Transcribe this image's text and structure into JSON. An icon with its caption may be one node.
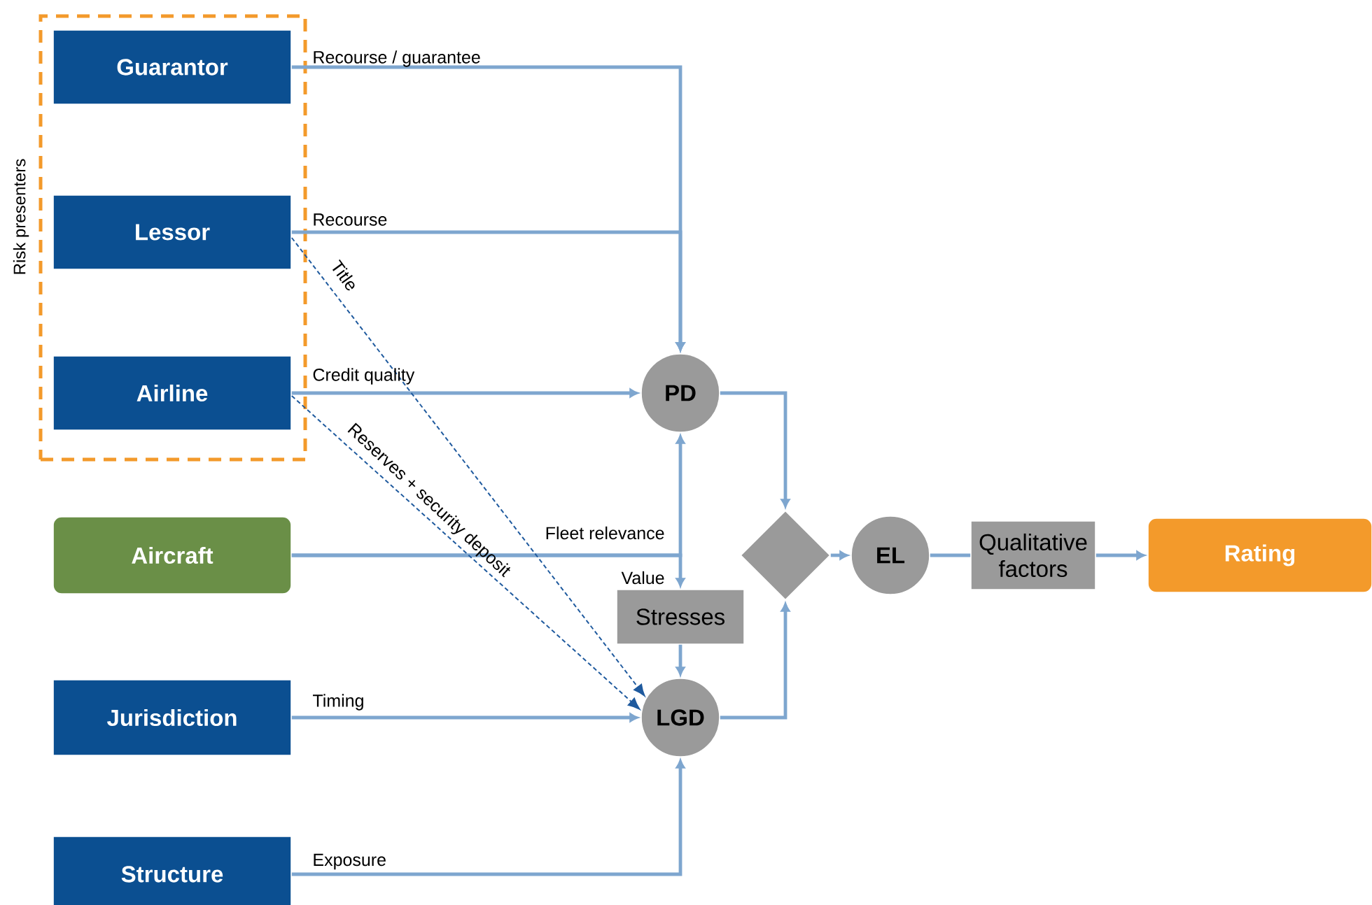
{
  "diagram": {
    "nodes": [
      {
        "text": [
          "Risk presenters"
        ]
      },
      {
        "text": [
          "Guarantor"
        ],
        "in": 0
      },
      {
        "text": [
          "Lessor"
        ],
        "in": 0
      },
      {
        "text": [
          "Airline"
        ],
        "in": 0
      },
      {
        "text": [
          "Aircraft"
        ]
      },
      {
        "text": [
          "Jurisdiction"
        ]
      },
      {
        "text": [
          "Structure"
        ]
      },
      {
        "text": [
          "PD"
        ]
      },
      {
        "text": [
          "Stresses"
        ]
      },
      {
        "text": [
          "LGD"
        ]
      },
      {
        "text": [],
        "shape": "diamond"
      },
      {
        "text": [
          "EL"
        ]
      },
      {
        "text": [
          "Qualitative factors"
        ]
      },
      {
        "text": [
          "Rating"
        ]
      }
    ],
    "edges": [
      {
        "from": 1,
        "to": 7,
        "arrow": "to",
        "label": "Recourse / guarantee"
      },
      {
        "from": 2,
        "to": 7,
        "arrow": "to",
        "label": "Recourse"
      },
      {
        "from": 3,
        "to": 7,
        "arrow": "to",
        "label": "Credit quality"
      },
      {
        "from": 4,
        "to": 7,
        "arrow": "to",
        "label": "Fleet relevance"
      },
      {
        "from": 4,
        "to": 8,
        "arrow": "to",
        "label": "Value"
      },
      {
        "from": 2,
        "to": 9,
        "arrow": "to",
        "label": "Title",
        "style": "dashed",
        "color": "#1f5a9e"
      },
      {
        "from": 3,
        "to": 9,
        "arrow": "to",
        "label": "Reserves + security deposit",
        "style": "dashed",
        "color": "#1f5a9e"
      },
      {
        "from": 5,
        "to": 9,
        "arrow": "to",
        "label": "Timing"
      },
      {
        "from": 6,
        "to": 9,
        "arrow": "to",
        "label": "Exposure"
      },
      {
        "from": 8,
        "to": 9,
        "arrow": "to"
      },
      {
        "from": 7,
        "to": 10,
        "arrow": "to"
      },
      {
        "from": 9,
        "to": 10,
        "arrow": "to"
      },
      {
        "from": 10,
        "to": 11,
        "arrow": "to"
      },
      {
        "from": 11,
        "to": 12,
        "arrow": "none"
      },
      {
        "from": 12,
        "to": 13,
        "arrow": "to"
      }
    ]
  }
}
